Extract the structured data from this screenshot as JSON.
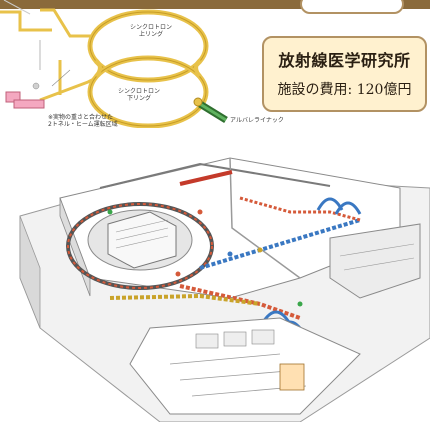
{
  "caption": {
    "title": "放射線医学研究所",
    "cost_label": "施設の費用:",
    "cost_value": "120億円"
  },
  "schematic_labels": {
    "upper_ring": "シンクロトロン\n上リング",
    "lower_ring": "シンクロトロン\n下リング",
    "linac": "アルバレライナック",
    "footnote_1": "※実物の重さと合わせた",
    "footnote_2": "2トネル・ヒーム運転区域"
  },
  "colors": {
    "ring_yellow": "#e8c24a",
    "linac_green": "#3f8f3f",
    "caption_bg": "#fff1cf",
    "caption_border": "#b29263"
  }
}
